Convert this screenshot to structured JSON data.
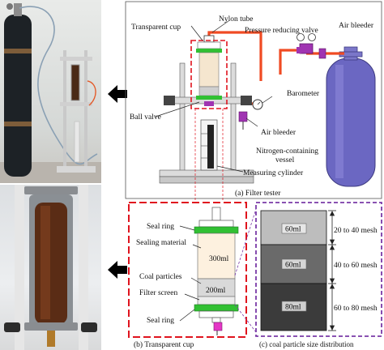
{
  "filter_tester": {
    "labels": {
      "transparent_cup": "Transparent cup",
      "nylon_tube": "Nylon tube",
      "pressure_reducing_valve": "Pressure reducing valve",
      "air_bleeder_top": "Air bleeder",
      "barometer": "Barometer",
      "ball_valve": "Ball valve",
      "air_bleeder_side": "Air bleeder",
      "nitrogen_vessel_line1": "Nitrogen-containing",
      "nitrogen_vessel_line2": "vessel",
      "measuring_cylinder": "Measuring cylinder"
    },
    "caption": "(a) Filter tester"
  },
  "transparent_cup": {
    "labels": {
      "seal_ring_top": "Seal ring",
      "sealing_material": "Sealing material",
      "volume_300": "300ml",
      "coal_particles": "Coal particles",
      "volume_200": "200ml",
      "filter_screen": "Filter screen",
      "seal_ring_bottom": "Seal ring"
    },
    "caption": "(b) Transparent cup"
  },
  "size_distribution": {
    "layers": [
      {
        "volume": "60ml",
        "mesh": "20 to 40 mesh",
        "color": "#bdbdbd"
      },
      {
        "volume": "60ml",
        "mesh": "40 to 60 mesh",
        "color": "#6a6a6a"
      },
      {
        "volume": "80ml",
        "mesh": "60 to 80 mesh",
        "color": "#3b3b3b"
      }
    ],
    "caption": "(c) coal particle size distribution"
  },
  "colors": {
    "red_dash": "#e0141e",
    "purple_dash": "#7a3aa8",
    "orange_tube": "#f04b23",
    "green_ring": "#31c033",
    "cylinder_blue": "#6b67c2"
  }
}
